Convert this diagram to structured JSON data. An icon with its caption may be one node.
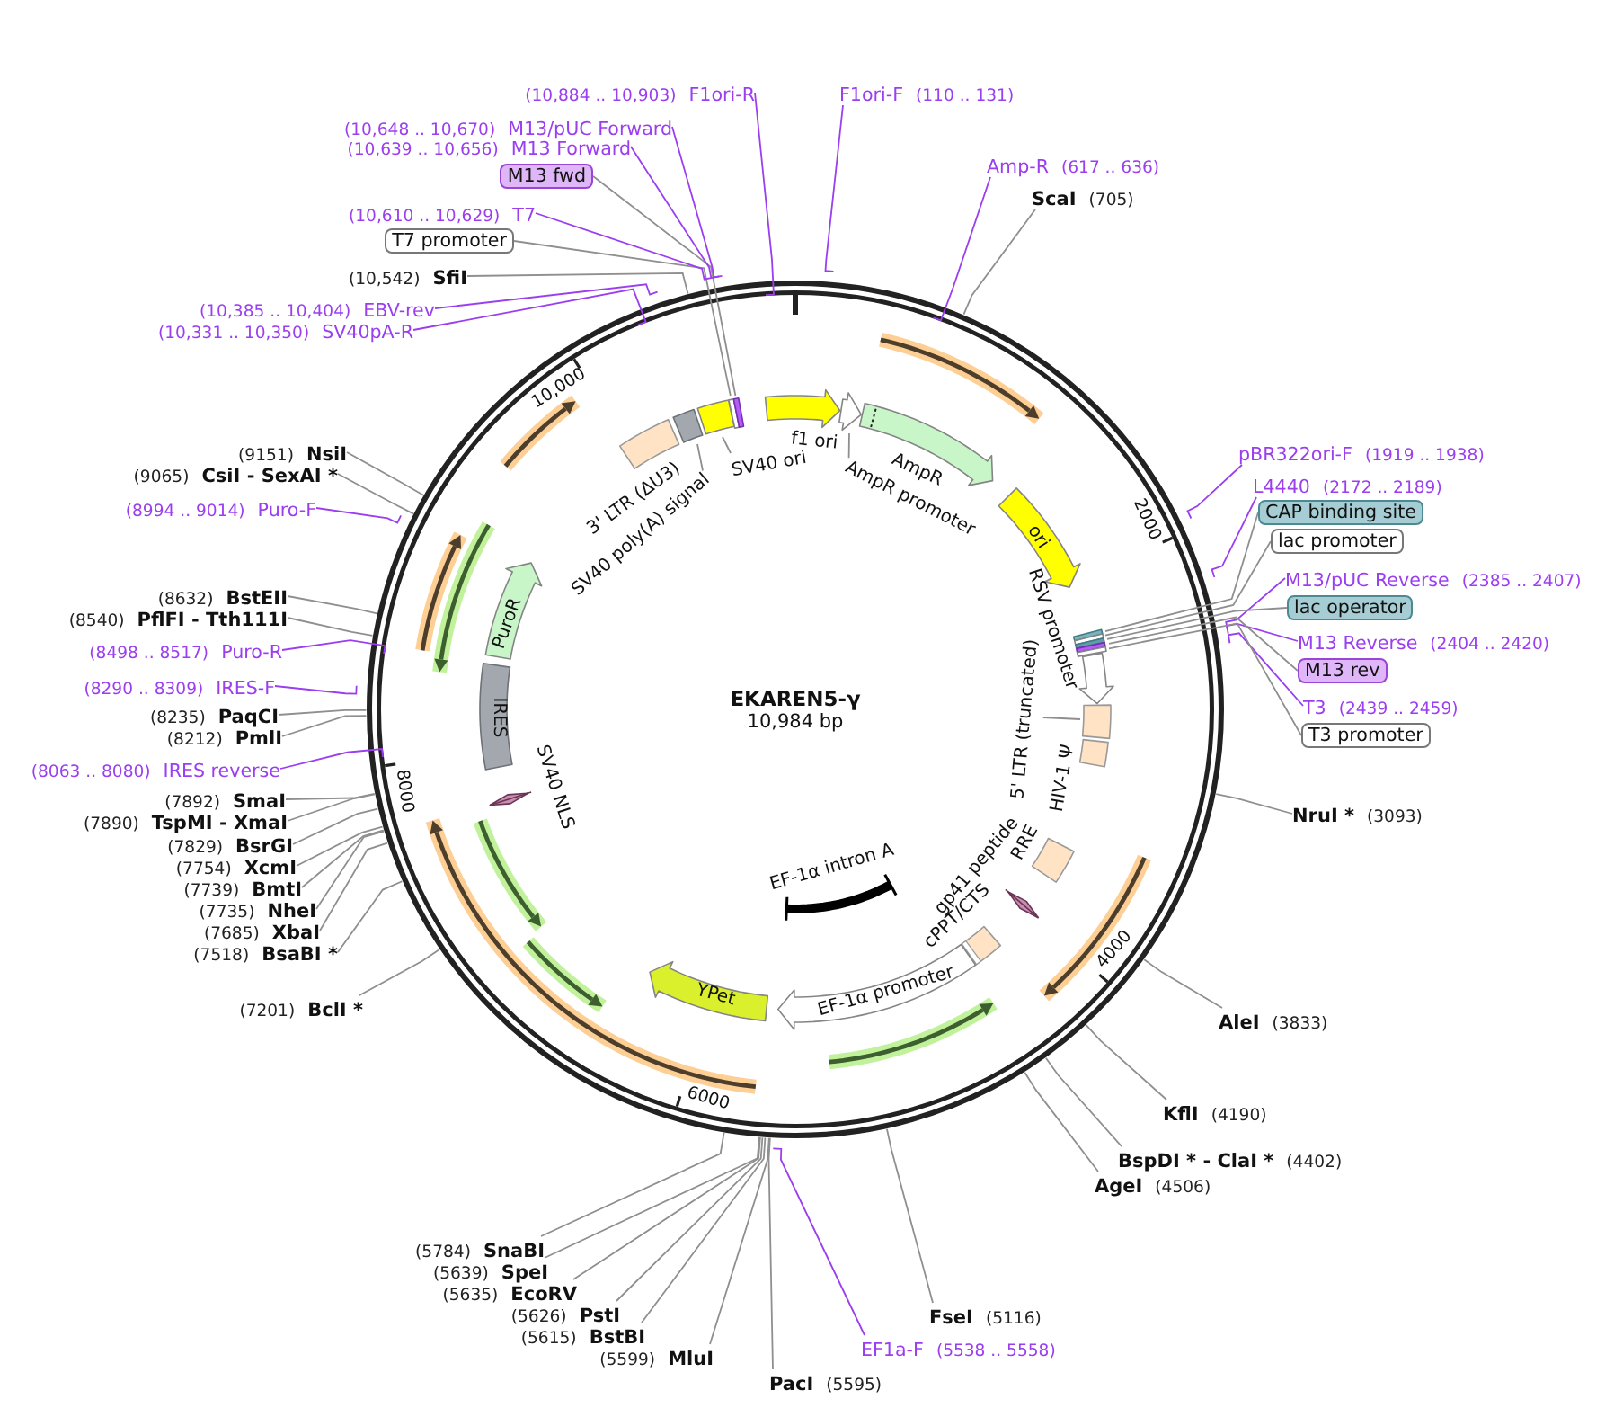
{
  "diagram": {
    "nodes": [
      {
        "text": [
          "EKAREN5-γ",
          "10,984 bp"
        ]
      },
      {
        "text": [],
        "shape": "arrow",
        "in": 0,
        "beside": [
          "f1 ori"
        ]
      },
      {
        "text": [],
        "shape": "arrow",
        "in": 0
      },
      {
        "text": [
          "AmpR promoter"
        ],
        "in": 0
      },
      {
        "text": [],
        "shape": "arrow",
        "in": 0,
        "beside": [
          "AmpR"
        ]
      },
      {
        "text": [
          "ori"
        ],
        "in": 0
      },
      {
        "text": [],
        "shape": "bar",
        "in": 0
      },
      {
        "text": [],
        "shape": "bar",
        "in": 0
      },
      {
        "text": [],
        "shape": "bar",
        "in": 0
      },
      {
        "text": [],
        "shape": "bar",
        "in": 0
      },
      {
        "text": [],
        "shape": "bar",
        "in": 0
      },
      {
        "text": [],
        "shape": "arrow",
        "in": 0,
        "beside": [
          "RSV promoter"
        ]
      },
      {
        "text": [],
        "shape": "box",
        "in": 0
      },
      {
        "text": [
          "5' LTR (truncated)"
        ],
        "in": 0
      },
      {
        "text": [],
        "shape": "box",
        "in": 0,
        "beside": [
          "HIV-1 Ψ"
        ]
      },
      {
        "text": [],
        "shape": "box",
        "in": 0,
        "beside": [
          "RRE"
        ]
      },
      {
        "text": [],
        "shape": "bar",
        "in": 0,
        "beside": [
          "gp41 peptide"
        ]
      },
      {
        "text": [],
        "shape": "box",
        "in": 0,
        "beside": [
          "cPPT/CTS"
        ]
      },
      {
        "text": [
          "EF-1α promoter"
        ],
        "in": 0
      },
      {
        "text": [],
        "shape": "bar",
        "in": 0,
        "beside": [
          "EF-1α intron A"
        ]
      },
      {
        "text": [
          "YPet"
        ],
        "in": 0
      },
      {
        "text": [],
        "shape": "bar",
        "in": 0,
        "beside": [
          "SV40 NLS"
        ]
      },
      {
        "text": [
          "IRES"
        ],
        "in": 0
      },
      {
        "text": [
          "PuroR"
        ],
        "in": 0
      },
      {
        "text": [],
        "shape": "box",
        "in": 0,
        "beside": [
          "3' LTR (ΔU3)"
        ]
      },
      {
        "text": [],
        "shape": "box",
        "in": 0
      },
      {
        "text": [
          "SV40 poly(A) signal"
        ],
        "in": 0
      },
      {
        "text": [],
        "shape": "box",
        "in": 0
      },
      {
        "text": [
          "SV40 ori"
        ],
        "in": 0
      },
      {
        "text": [],
        "shape": "bar",
        "in": 0
      },
      {
        "text": [],
        "shape": "bar",
        "in": 0
      },
      {
        "text": [
          "F1ori-F",
          "(110 .. 131)"
        ]
      },
      {
        "text": [
          "Amp-R",
          "(617 .. 636)"
        ]
      },
      {
        "text": [
          "ScaI",
          "(705)"
        ]
      },
      {
        "text": [
          "pBR322ori-F",
          "(1919 .. 1938)"
        ]
      },
      {
        "text": [
          "L4440",
          "(2172 .. 2189)"
        ]
      },
      {
        "text": [
          "CAP binding site"
        ]
      },
      {
        "text": [
          "lac promoter"
        ]
      },
      {
        "text": [
          "M13/pUC Reverse",
          "(2385 .. 2407)"
        ]
      },
      {
        "text": [
          "lac operator"
        ]
      },
      {
        "text": [
          "M13 Reverse",
          "(2404 .. 2420)"
        ]
      },
      {
        "text": [
          "M13 rev"
        ]
      },
      {
        "text": [
          "T3",
          "(2439 .. 2459)"
        ]
      },
      {
        "text": [
          "T3 promoter"
        ]
      },
      {
        "text": [
          "NruI *",
          "(3093)"
        ]
      },
      {
        "text": [
          "AleI",
          "(3833)"
        ]
      },
      {
        "text": [
          "KflI",
          "(4190)"
        ]
      },
      {
        "text": [
          "BspDI * - ClaI *",
          "(4402)"
        ]
      },
      {
        "text": [
          "AgeI",
          "(4506)"
        ]
      },
      {
        "text": [
          "FseI",
          "(5116)"
        ]
      },
      {
        "text": [
          "EF1a-F",
          "(5538 .. 5558)"
        ]
      },
      {
        "text": [
          "PacI",
          "(5595)"
        ]
      },
      {
        "text": [
          "(5599)",
          "MluI"
        ]
      },
      {
        "text": [
          "(5615)",
          "BstBI"
        ]
      },
      {
        "text": [
          "(5626)",
          "PstI"
        ]
      },
      {
        "text": [
          "(5635)",
          "EcoRV"
        ]
      },
      {
        "text": [
          "(5639)",
          "SpeI"
        ]
      },
      {
        "text": [
          "(5784)",
          "SnaBI"
        ]
      },
      {
        "text": [
          "(7201)",
          "BclI *"
        ]
      },
      {
        "text": [
          "(7518)",
          "BsaBI *"
        ]
      },
      {
        "text": [
          "(7685)",
          "XbaI"
        ]
      },
      {
        "text": [
          "(7735)",
          "NheI"
        ]
      },
      {
        "text": [
          "(7739)",
          "BmtI"
        ]
      },
      {
        "text": [
          "(7754)",
          "XcmI"
        ]
      },
      {
        "text": [
          "(7829)",
          "BsrGI"
        ]
      },
      {
        "text": [
          "(7890)",
          "TspMI - XmaI"
        ]
      },
      {
        "text": [
          "(7892)",
          "SmaI"
        ]
      },
      {
        "text": [
          "(8063 .. 8080)",
          "IRES reverse"
        ]
      },
      {
        "text": [
          "(8212)",
          "PmlI"
        ]
      },
      {
        "text": [
          "(8235)",
          "PaqCI"
        ]
      },
      {
        "text": [
          "(8290 .. 8309)",
          "IRES-F"
        ]
      },
      {
        "text": [
          "(8498 .. 8517)",
          "Puro-R"
        ]
      },
      {
        "text": [
          "(8540)",
          "PflFI - Tth111I"
        ]
      },
      {
        "text": [
          "(8632)",
          "BstEII"
        ]
      },
      {
        "text": [
          "(8994 .. 9014)",
          "Puro-F"
        ]
      },
      {
        "text": [
          "(9065)",
          "CsiI - SexAI *"
        ]
      },
      {
        "text": [
          "(9151)",
          "NsiI"
        ]
      },
      {
        "text": [
          "(10,331 .. 10,350)",
          "SV40pA-R"
        ]
      },
      {
        "text": [
          "(10,385 .. 10,404)",
          "EBV-rev"
        ]
      },
      {
        "text": [
          "(10,542)",
          "SfiI"
        ]
      },
      {
        "text": [
          "T7 promoter"
        ]
      },
      {
        "text": [
          "(10,610 .. 10,629)",
          "T7"
        ]
      },
      {
        "text": [
          "M13 fwd"
        ]
      },
      {
        "text": [
          "(10,639 .. 10,656)",
          "M13 Forward"
        ]
      },
      {
        "text": [
          "(10,648 .. 10,670)",
          "M13/pUC Forward"
        ]
      },
      {
        "text": [
          "(10,884 .. 10,903)",
          "F1ori-R"
        ]
      }
    ],
    "edges": [
      {
        "from": 3,
        "to": 2,
        "arrow": "none"
      },
      {
        "from": 13,
        "to": 12,
        "arrow": "none"
      },
      {
        "from": 26,
        "to": 25,
        "arrow": "none"
      },
      {
        "from": 28,
        "to": 27,
        "arrow": "none"
      },
      {
        "from": 31,
        "to": 0,
        "arrow": "none",
        "color": "#9b3ef0"
      },
      {
        "from": 32,
        "to": 0,
        "arrow": "none",
        "color": "#9b3ef0"
      },
      {
        "from": 33,
        "to": 0,
        "arrow": "none"
      },
      {
        "from": 34,
        "to": 0,
        "arrow": "none",
        "color": "#9b3ef0"
      },
      {
        "from": 35,
        "to": 0,
        "arrow": "none",
        "color": "#9b3ef0"
      },
      {
        "from": 36,
        "to": 6,
        "arrow": "none"
      },
      {
        "from": 37,
        "to": 7,
        "arrow": "none"
      },
      {
        "from": 38,
        "to": 0,
        "arrow": "none",
        "color": "#9b3ef0"
      },
      {
        "from": 39,
        "to": 8,
        "arrow": "none"
      },
      {
        "from": 40,
        "to": 0,
        "arrow": "none",
        "color": "#9b3ef0"
      },
      {
        "from": 41,
        "to": 9,
        "arrow": "none"
      },
      {
        "from": 42,
        "to": 0,
        "arrow": "none",
        "color": "#9b3ef0"
      },
      {
        "from": 43,
        "to": 10,
        "arrow": "none"
      },
      {
        "from": 44,
        "to": 0,
        "arrow": "none"
      },
      {
        "from": 45,
        "to": 0,
        "arrow": "none"
      },
      {
        "from": 46,
        "to": 0,
        "arrow": "none"
      },
      {
        "from": 47,
        "to": 0,
        "arrow": "none"
      },
      {
        "from": 48,
        "to": 0,
        "arrow": "none"
      },
      {
        "from": 49,
        "to": 0,
        "arrow": "none"
      },
      {
        "from": 50,
        "to": 0,
        "arrow": "none",
        "color": "#9b3ef0"
      },
      {
        "from": 51,
        "to": 0,
        "arrow": "none"
      },
      {
        "from": 52,
        "to": 0,
        "arrow": "none"
      },
      {
        "from": 53,
        "to": 0,
        "arrow": "none"
      },
      {
        "from": 54,
        "to": 0,
        "arrow": "none"
      },
      {
        "from": 55,
        "to": 0,
        "arrow": "none"
      },
      {
        "from": 56,
        "to": 0,
        "arrow": "none"
      },
      {
        "from": 57,
        "to": 0,
        "arrow": "none"
      },
      {
        "from": 58,
        "to": 0,
        "arrow": "none"
      },
      {
        "from": 59,
        "to": 0,
        "arrow": "none"
      },
      {
        "from": 60,
        "to": 0,
        "arrow": "none"
      },
      {
        "from": 61,
        "to": 0,
        "arrow": "none"
      },
      {
        "from": 62,
        "to": 0,
        "arrow": "none"
      },
      {
        "from": 63,
        "to": 0,
        "arrow": "none"
      },
      {
        "from": 64,
        "to": 0,
        "arrow": "none"
      },
      {
        "from": 65,
        "to": 0,
        "arrow": "none"
      },
      {
        "from": 66,
        "to": 0,
        "arrow": "none"
      },
      {
        "from": 67,
        "to": 0,
        "arrow": "none",
        "color": "#9b3ef0"
      },
      {
        "from": 68,
        "to": 0,
        "arrow": "none"
      },
      {
        "from": 69,
        "to": 0,
        "arrow": "none"
      },
      {
        "from": 70,
        "to": 0,
        "arrow": "none",
        "color": "#9b3ef0"
      },
      {
        "from": 71,
        "to": 0,
        "arrow": "none",
        "color": "#9b3ef0"
      },
      {
        "from": 72,
        "to": 0,
        "arrow": "none"
      },
      {
        "from": 73,
        "to": 0,
        "arrow": "none"
      },
      {
        "from": 74,
        "to": 0,
        "arrow": "none",
        "color": "#9b3ef0"
      },
      {
        "from": 75,
        "to": 0,
        "arrow": "none"
      },
      {
        "from": 76,
        "to": 0,
        "arrow": "none"
      },
      {
        "from": 77,
        "to": 0,
        "arrow": "none",
        "color": "#9b3ef0"
      },
      {
        "from": 78,
        "to": 0,
        "arrow": "none",
        "color": "#9b3ef0"
      },
      {
        "from": 79,
        "to": 0,
        "arrow": "none"
      },
      {
        "from": 80,
        "to": 29,
        "arrow": "none"
      },
      {
        "from": 81,
        "to": 0,
        "arrow": "none",
        "color": "#9b3ef0"
      },
      {
        "from": 82,
        "to": 30,
        "arrow": "none"
      },
      {
        "from": 83,
        "to": 0,
        "arrow": "none",
        "color": "#9b3ef0"
      },
      {
        "from": 84,
        "to": 0,
        "arrow": "none",
        "color": "#9b3ef0"
      },
      {
        "from": 85,
        "to": 0,
        "arrow": "none",
        "color": "#9b3ef0"
      }
    ],
    "labels": [
      "2000",
      "4000",
      "6000",
      "8000",
      "10,000"
    ]
  }
}
